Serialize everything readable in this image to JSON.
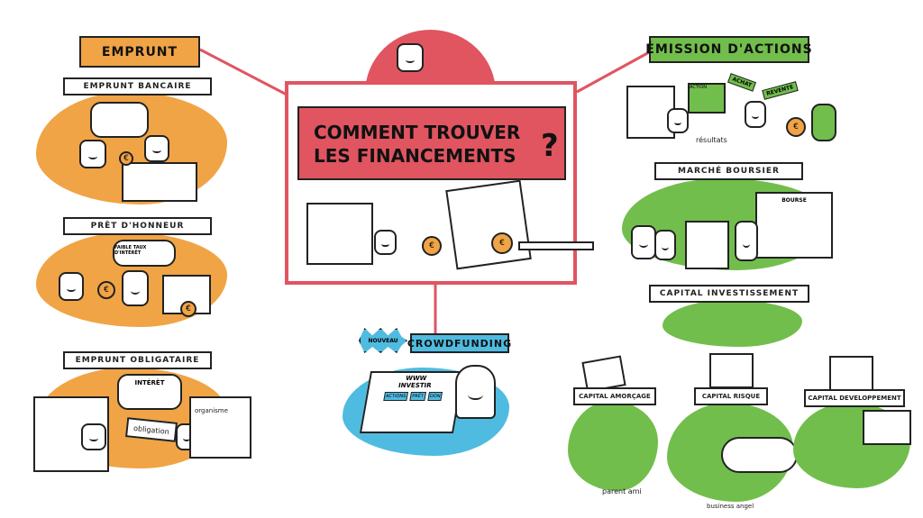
{
  "title": {
    "line1": "COMMENT TROUVER",
    "line2": "LES FINANCEMENTS",
    "mark": "?"
  },
  "emprunt": {
    "heading": "EMPRUNT",
    "bancaire": "EMPRUNT BANCAIRE",
    "honneur": "PRÊT D'HONNEUR",
    "honneur_bubble": "FAIBLE TAUX D'INTÉRÊT",
    "obligataire": "EMPRUNT OBLIGATAIRE",
    "obligataire_bubble": "INTÉRÊT",
    "obligation_label": "obligation",
    "organisme_label": "organisme"
  },
  "crowdfunding": {
    "heading": "CROWDFUNDING",
    "badge": "NOUVEAU",
    "screen_url": "WWW",
    "screen_title": "INVESTIR",
    "screen_buttons": [
      "ACTIONS",
      "PRÊT",
      "DON"
    ]
  },
  "actions": {
    "heading": "ÉMISSION D'ACTIONS",
    "achat": "ACHAT",
    "revente": "REVENTE",
    "action_label": "ACTION",
    "resultats": "résultats",
    "boursier": "MARCHÉ BOURSIER",
    "bourse": "BOURSE",
    "investissement": "CAPITAL INVESTISSEMENT",
    "amorcage": "CAPITAL AMORÇAGE",
    "parent_ami": "parent ami",
    "risque": "CAPITAL RISQUE",
    "business_angel": "business angel",
    "developpement": "CAPITAL DEVELOPPEMENT"
  },
  "colors": {
    "orange": "#f0a445",
    "green": "#72be4c",
    "red": "#e05560",
    "blue": "#4fbbe0"
  }
}
